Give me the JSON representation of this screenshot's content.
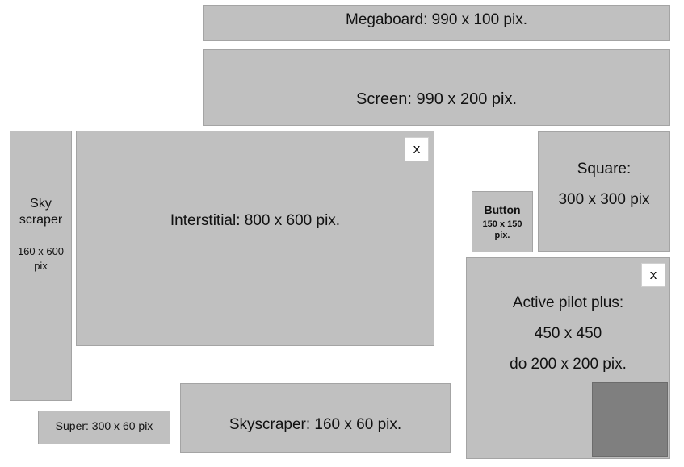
{
  "ads": {
    "megaboard": {
      "label": "Megaboard: 990 x 100  pix."
    },
    "screen": {
      "label": "Screen: 990 x 200 pix."
    },
    "sky_scraper": {
      "line1": "Sky",
      "line2": "scraper",
      "line3": "160 x 600",
      "line4": "pix"
    },
    "interstitial": {
      "label": "Interstitial: 800 x 600 pix.",
      "close": "x"
    },
    "button": {
      "line1": "Button",
      "line2": "150 x 150",
      "line3": "pix."
    },
    "square": {
      "line1": "Square:",
      "line2": "300 x 300 pix"
    },
    "active_pilot_plus": {
      "line1": "Active pilot plus:",
      "line2": "450 x 450",
      "line3": "do 200 x 200 pix.",
      "close": "x"
    },
    "skyscraper_small": {
      "label": "Skyscraper: 160 x 60 pix."
    },
    "super": {
      "label": "Super:  300 x 60 pix"
    }
  },
  "colors": {
    "box_fill": "#c0c0c0",
    "box_border": "#a4a4a4",
    "inner_square": "#7f7f7f",
    "close_bg": "#ffffff"
  }
}
